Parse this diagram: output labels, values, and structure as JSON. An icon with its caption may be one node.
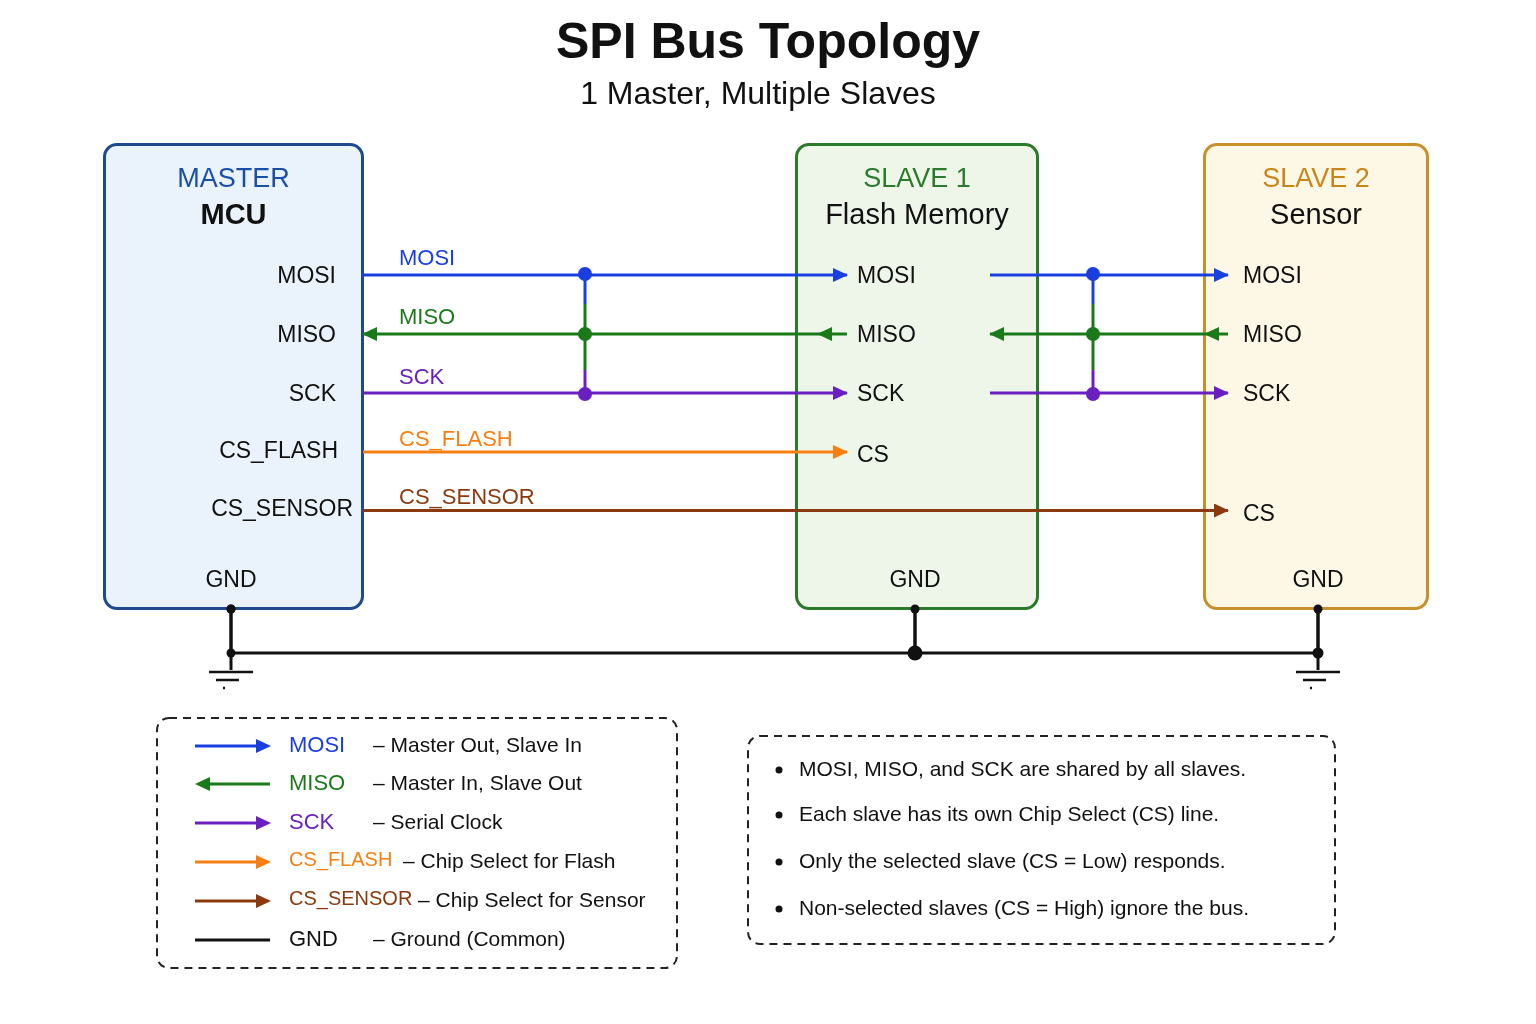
{
  "diagram": {
    "title": "SPI Bus Topology",
    "nodes": [
      {
        "text": [
          "MASTER",
          "MCU"
        ]
      },
      {
        "text": [
          "MOSI"
        ],
        "in": 0
      },
      {
        "text": [
          "MISO"
        ],
        "in": 0
      },
      {
        "text": [
          "SCK"
        ],
        "in": 0
      },
      {
        "text": [
          "CS_FLASH"
        ],
        "in": 0
      },
      {
        "text": [
          "CS_SENSOR"
        ],
        "in": 0
      },
      {
        "text": [
          "GND"
        ],
        "in": 0
      },
      {
        "text": [
          "SLAVE 1",
          "Flash Memory"
        ]
      },
      {
        "text": [
          "MOSI"
        ],
        "in": 7
      },
      {
        "text": [
          "MISO"
        ],
        "in": 7
      },
      {
        "text": [
          "SCK"
        ],
        "in": 7
      },
      {
        "text": [
          "CS"
        ],
        "in": 7
      },
      {
        "text": [
          "GND"
        ],
        "in": 7
      },
      {
        "text": [
          "SLAVE 2",
          "Sensor"
        ]
      },
      {
        "text": [
          "MOSI"
        ],
        "in": 13
      },
      {
        "text": [
          "MISO"
        ],
        "in": 13
      },
      {
        "text": [
          "SCK"
        ],
        "in": 13
      },
      {
        "text": [
          "CS"
        ],
        "in": 13
      },
      {
        "text": [
          "GND"
        ],
        "in": 13
      },
      {
        "text": [],
        "shape": "ground"
      },
      {
        "text": [],
        "shape": "ground"
      }
    ],
    "edges": [
      {
        "from": 1,
        "to": 8,
        "arrow": "to",
        "label": "MOSI",
        "color": "#1a3fe0"
      },
      {
        "from": 9,
        "to": 2,
        "arrow": "to",
        "label": "MISO",
        "color": "#1a7a1a"
      },
      {
        "from": 3,
        "to": 10,
        "arrow": "to",
        "label": "SCK",
        "color": "#6a1fc0"
      },
      {
        "from": 4,
        "to": 11,
        "arrow": "to",
        "label": "CS_FLASH",
        "color": "#f77f12"
      },
      {
        "from": 5,
        "to": 17,
        "arrow": "to",
        "label": "CS_SENSOR",
        "color": "#8b3a0f"
      },
      {
        "from": 8,
        "to": 14,
        "arrow": "to",
        "color": "#1a3fe0"
      },
      {
        "from": 15,
        "to": 9,
        "arrow": "to",
        "color": "#1a7a1a"
      },
      {
        "from": 10,
        "to": 16,
        "arrow": "to",
        "color": "#6a1fc0"
      },
      {
        "from": 6,
        "to": 12,
        "arrow": "other"
      },
      {
        "from": 12,
        "to": 18,
        "arrow": "other"
      },
      {
        "from": 6,
        "to": 19,
        "arrow": "other"
      },
      {
        "from": 18,
        "to": 20,
        "arrow": "other"
      }
    ],
    "labels": [
      "1 Master, Multiple Slaves",
      "– Master Out, Slave In",
      "– Master In, Slave Out",
      "– Serial Clock",
      "– Chip Select for Flash",
      "– Chip Select for Sensor",
      "– Ground (Common)",
      "MOSI, MISO, and SCK are shared by all slaves.",
      "Each slave has its own Chip Select (CS) line.",
      "Only the selected slave (CS = Low) responds.",
      "Non-selected slaves (CS = High) ignore the bus."
    ],
    "legend": [
      {
        "text": "MOSI",
        "color": "#1a3fe0"
      },
      {
        "text": "MISO",
        "color": "#1a7a1a"
      },
      {
        "text": "SCK",
        "color": "#6a1fc0"
      },
      {
        "text": "CS_FLASH",
        "color": "#f77f12"
      },
      {
        "text": "CS_SENSOR",
        "color": "#8b3a0f"
      },
      {
        "text": "GND",
        "color": "#111111"
      }
    ]
  }
}
